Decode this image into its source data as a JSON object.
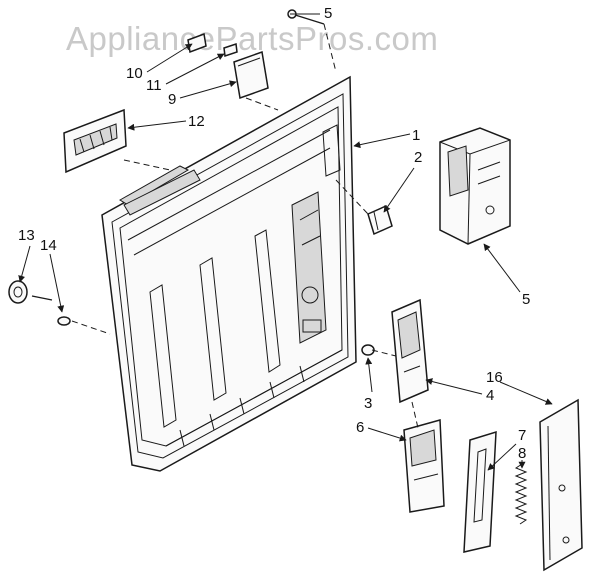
{
  "watermark": "AppliancePartsPros.com",
  "callouts": {
    "c1": "1",
    "c2": "2",
    "c3": "3",
    "c4": "4",
    "c5a": "5",
    "c5b": "5",
    "c6": "6",
    "c7": "7",
    "c8": "8",
    "c9": "9",
    "c10": "10",
    "c11": "11",
    "c12": "12",
    "c13": "13",
    "c14": "14",
    "c16": "16"
  }
}
